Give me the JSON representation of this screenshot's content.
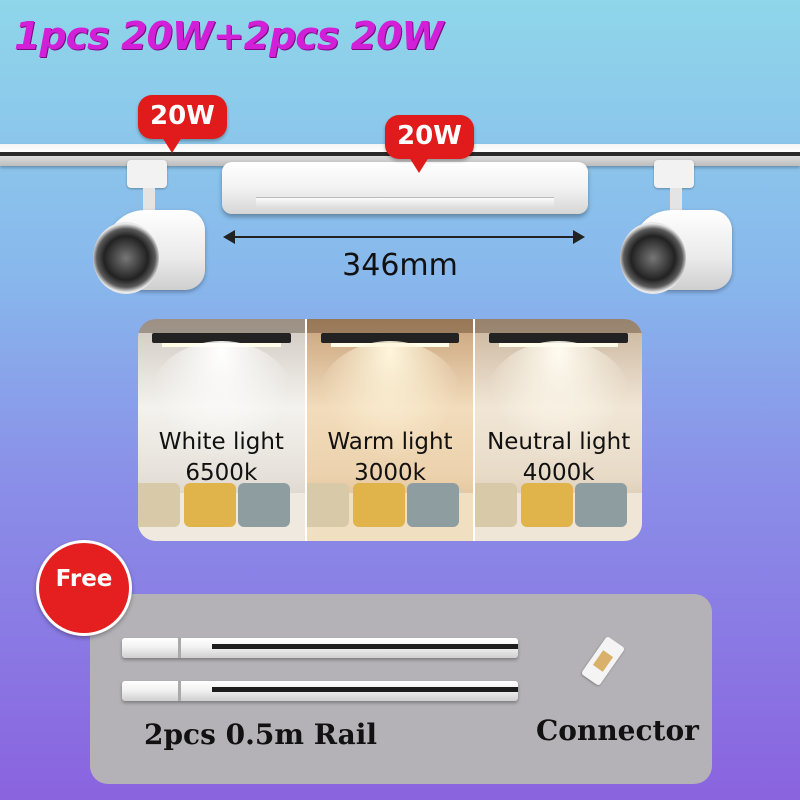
{
  "headline": "1pcs 20W+2pcs 20W",
  "badges": {
    "spot": "20W",
    "linear": "20W"
  },
  "dimension": "346mm",
  "color_temps": [
    {
      "name": "White light",
      "kelvin": "6500k"
    },
    {
      "name": "Warm light",
      "kelvin": "3000k"
    },
    {
      "name": "Neutral light",
      "kelvin": "4000k"
    }
  ],
  "free": {
    "badge": "Free",
    "rail_label": "2pcs 0.5m Rail",
    "connector_label": "Connector"
  },
  "colors": {
    "headline": "#d21fd8",
    "badge_red": "#e11b1b"
  }
}
